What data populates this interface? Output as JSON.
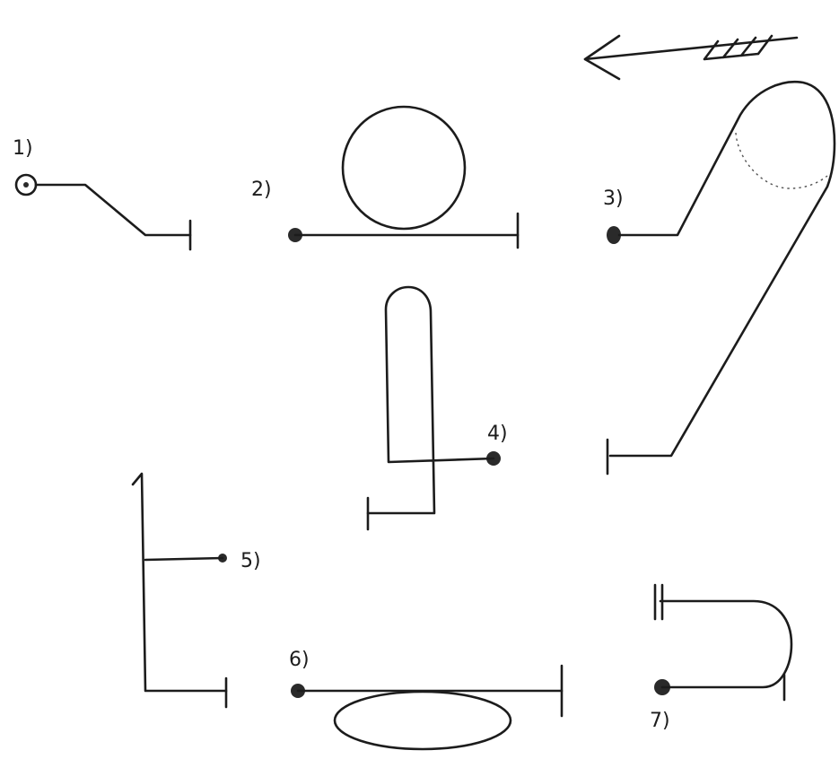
{
  "labels": {
    "d1": "1)",
    "d2": "2)",
    "d3": "3)",
    "d4": "4)",
    "d5": "5)",
    "d6": "6)",
    "d7": "7)"
  },
  "colors": {
    "ink": "#1c1c1c",
    "background": "#ffffff"
  }
}
